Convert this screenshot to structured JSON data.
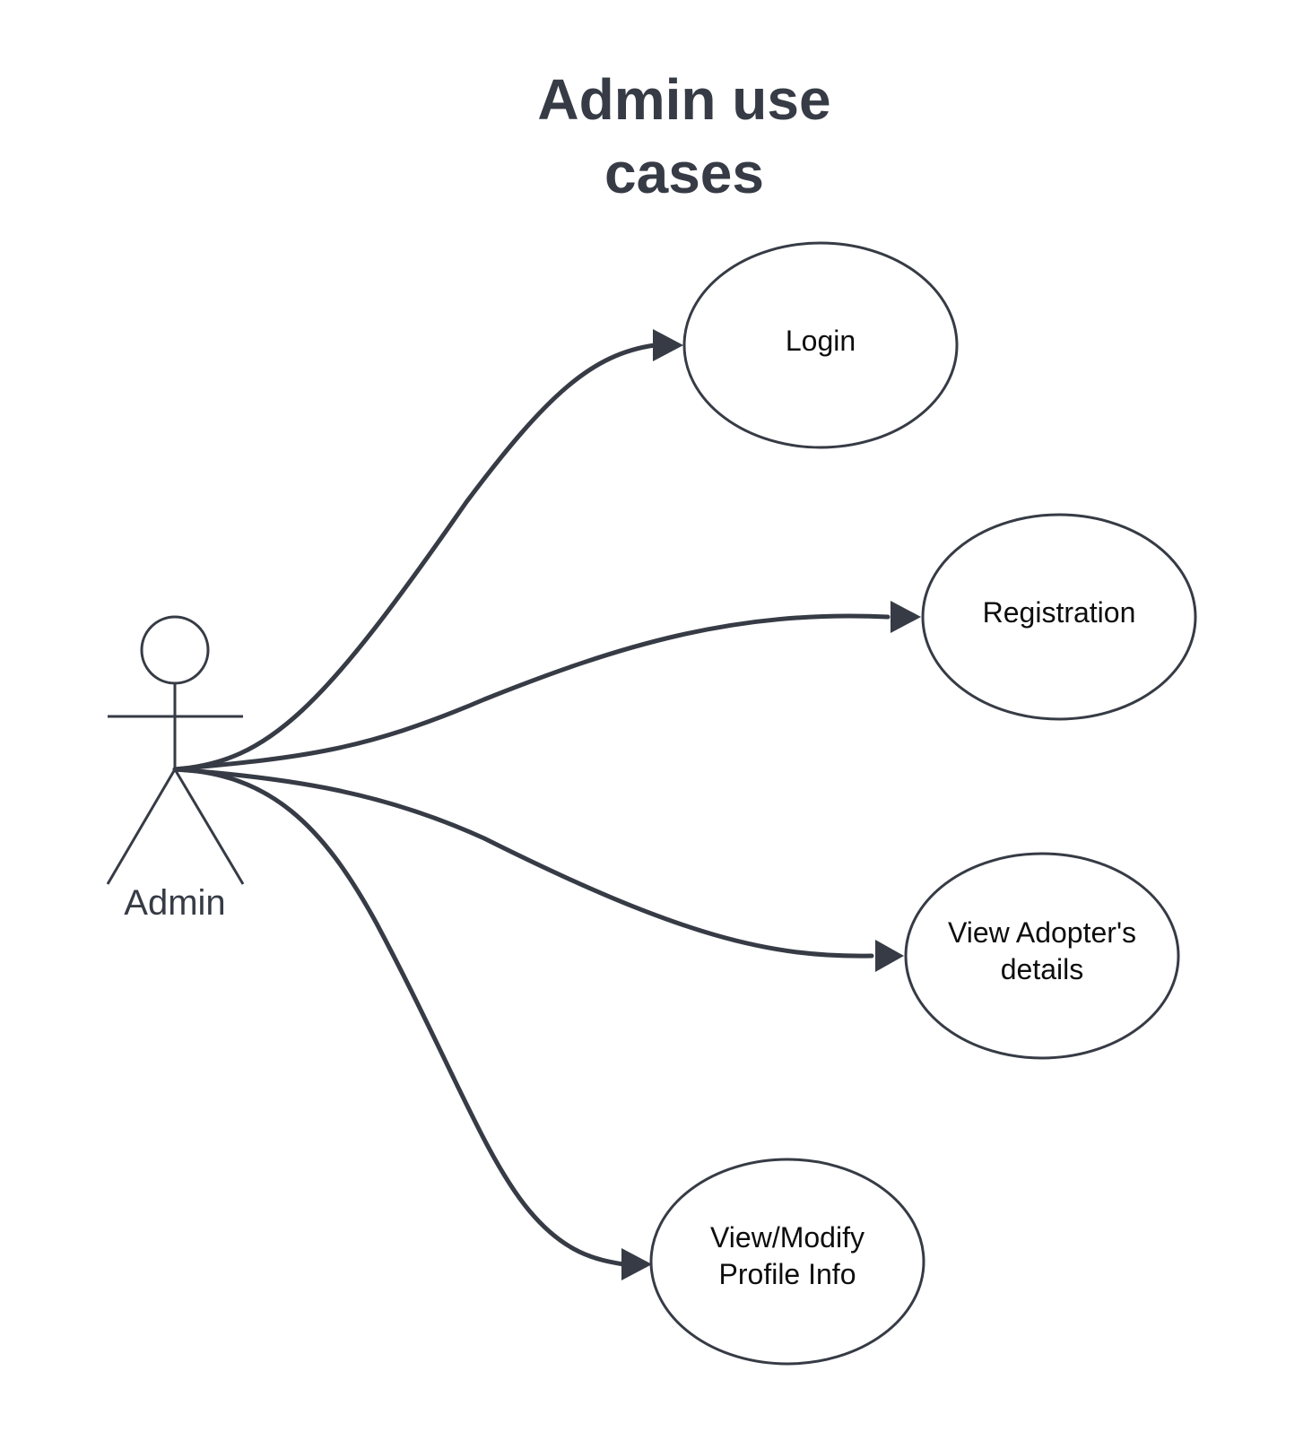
{
  "diagram": {
    "title_line1": "Admin use",
    "title_line2": "cases",
    "actor": {
      "label": "Admin"
    },
    "use_cases": [
      {
        "lines": [
          "Login"
        ]
      },
      {
        "lines": [
          "Registration"
        ]
      },
      {
        "lines": [
          "View Adopter's",
          "details"
        ]
      },
      {
        "lines": [
          "View/Modify",
          "Profile Info"
        ]
      }
    ],
    "colors": {
      "stroke": "#363b45",
      "text": "#0d0d0d",
      "background": "#ffffff"
    }
  }
}
